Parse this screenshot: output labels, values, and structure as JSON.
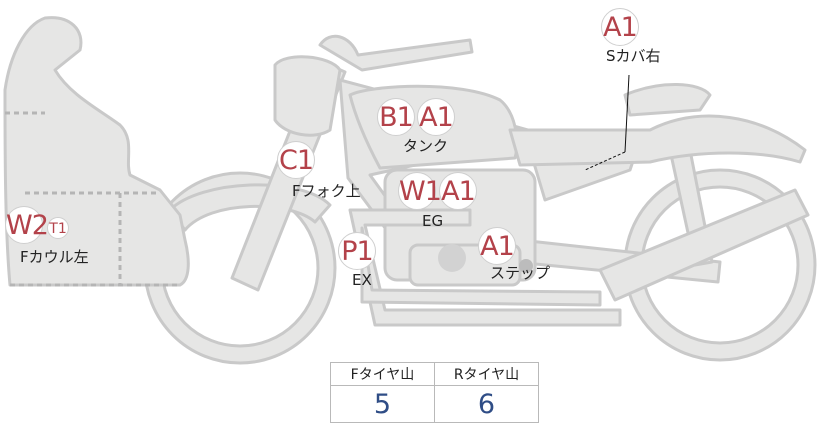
{
  "parts": [
    {
      "key": "s-cover-right",
      "code": "A1",
      "label": "Sカバ右"
    },
    {
      "key": "tank",
      "codes": [
        "B1",
        "A1"
      ],
      "label": "タンク"
    },
    {
      "key": "front-fork",
      "code": "C1",
      "label": "Fフォク上"
    },
    {
      "key": "engine",
      "codes": [
        "W1",
        "A1"
      ],
      "label": "EG"
    },
    {
      "key": "exhaust",
      "code": "P1",
      "label": "EX"
    },
    {
      "key": "step",
      "code": "A1",
      "label": "ステップ"
    },
    {
      "key": "front-cowl-left",
      "code": "W2",
      "subcode": "T1",
      "label": "Fカウル左"
    }
  ],
  "tread": {
    "headers": [
      "Fタイヤ山",
      "Rタイヤ山"
    ],
    "values": [
      "5",
      "6"
    ]
  },
  "colors": {
    "body_fill": "#e6e6e5",
    "body_stroke": "#c9c9c9",
    "badge_text": "#b3424a",
    "value_text": "#2f4d86"
  }
}
